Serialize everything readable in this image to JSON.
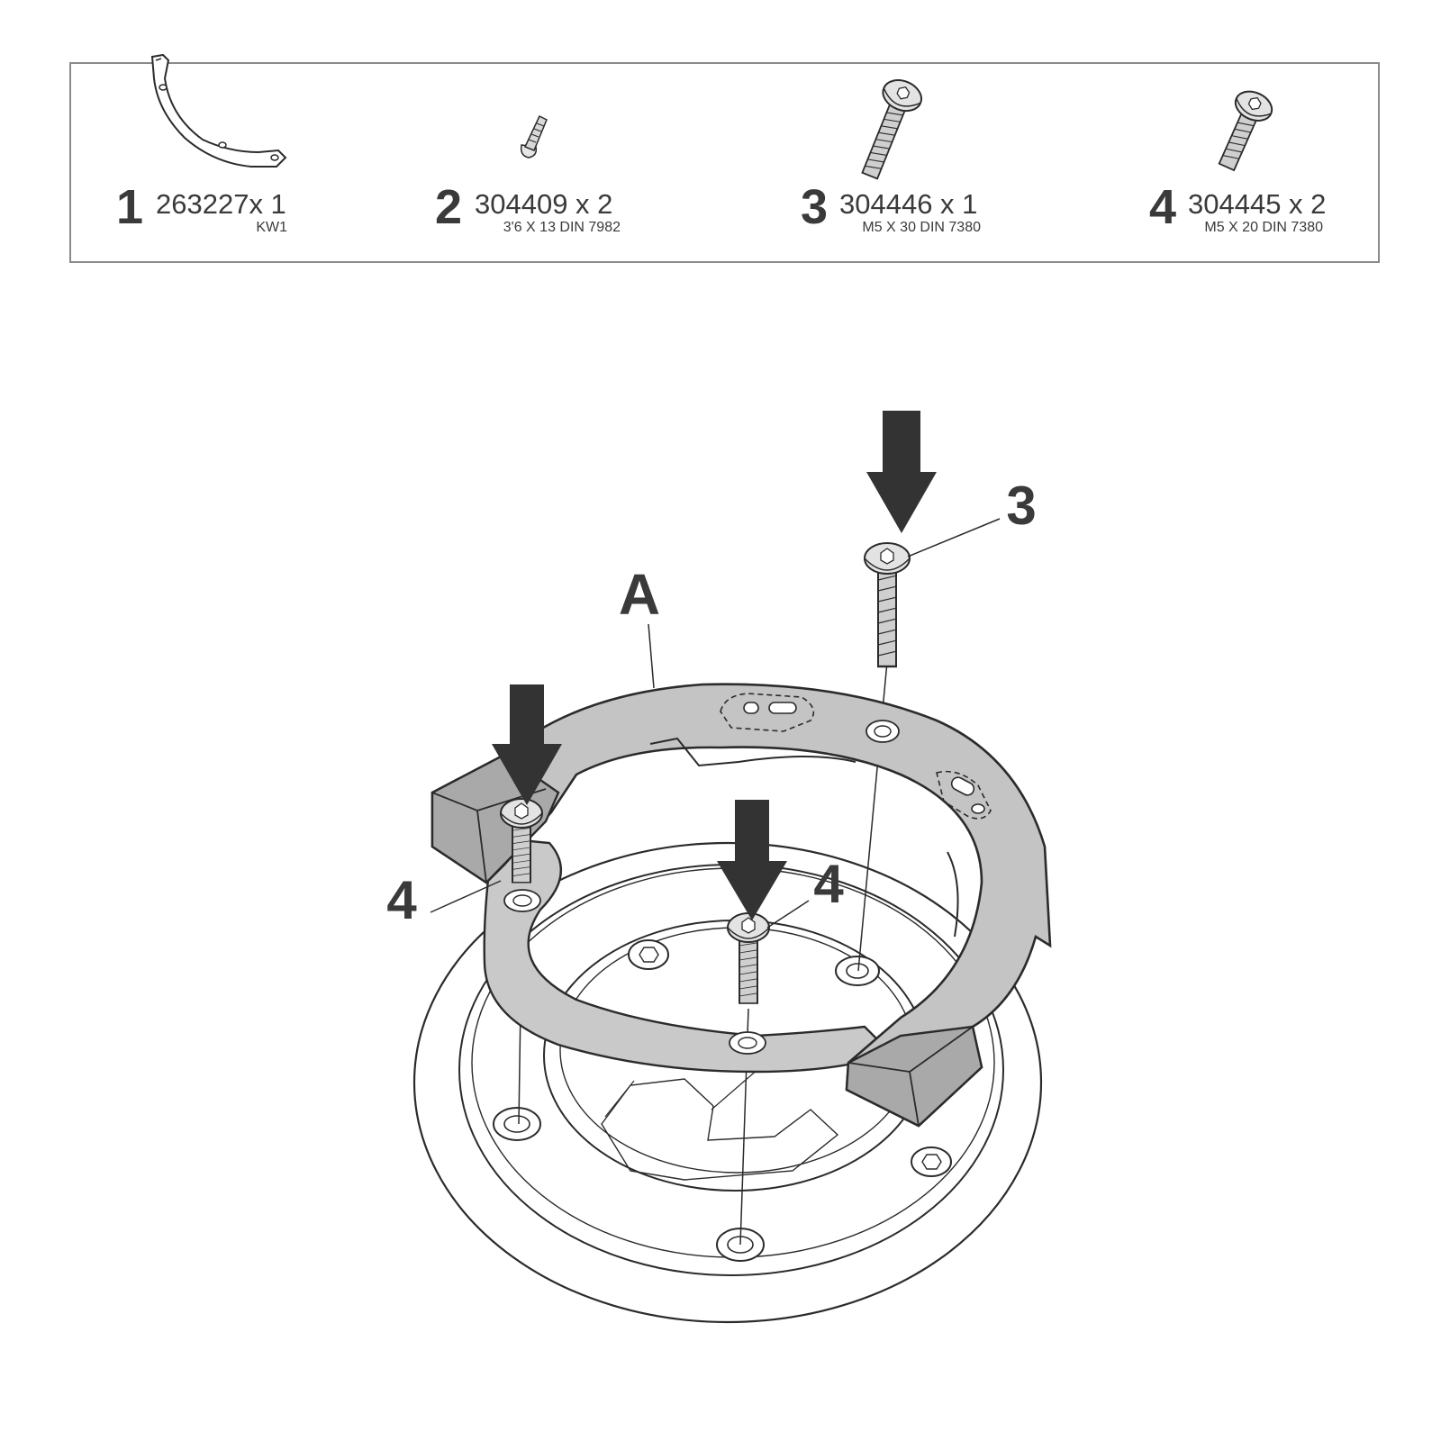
{
  "colors": {
    "ink": "#2b2b2b",
    "text": "#3a3a3a",
    "part_fill": "#c4c4c4",
    "part_dark": "#a9a9a9",
    "arrow": "#333333",
    "frame": "#8a8a8a"
  },
  "parts": [
    {
      "number": "1",
      "code": "263227x 1",
      "spec": "KW1",
      "icon": "bracket-icon"
    },
    {
      "number": "2",
      "code": "304409 x 2",
      "spec": "3'6 X 13 DIN 7982",
      "icon": "self-tapping-screw-icon"
    },
    {
      "number": "3",
      "code": "304446 x 1",
      "spec": "M5 X 30 DIN 7380",
      "icon": "long-bolt-icon"
    },
    {
      "number": "4",
      "code": "304445 x 2",
      "spec": "M5 X 20 DIN 7380",
      "icon": "short-bolt-icon"
    }
  ],
  "callouts": {
    "ring": "A",
    "bolt_long": "3",
    "bolt_left": "4",
    "bolt_center": "4"
  }
}
